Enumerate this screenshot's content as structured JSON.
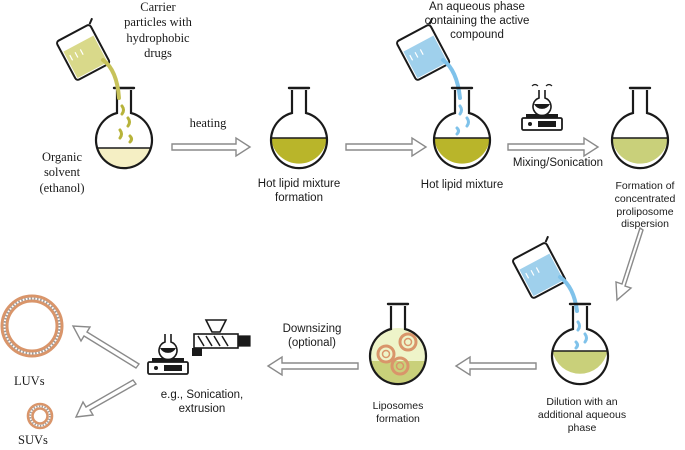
{
  "labels": {
    "carrier": "Carrier\nparticles with\nhydrophobic\ndrugs",
    "organic_solvent": "Organic\nsolvent\n(ethanol)",
    "heating": "heating",
    "hot_lipid_formation": "Hot lipid mixture\nformation",
    "aqueous_phase": "An aqueous phase\ncontaining the active\ncompound",
    "hot_lipid": "Hot lipid mixture",
    "mixing": "Mixing/Sonication",
    "concentrated": "Formation of\nconcentrated\nproliposome\ndispersion",
    "dilution": "Dilution with an\nadditional aqueous\nphase",
    "liposomes": "Liposomes\nformation",
    "downsizing": "Downsizing\n(optional)",
    "sonication_extrusion": "e.g., Sonication,\nextrusion",
    "luvs": "LUVs",
    "suvs": "SUVs"
  },
  "colors": {
    "outline": "#1a1a1a",
    "pale_solvent": "#f5efc4",
    "olive_liquid": "#b9b52a",
    "light_green_liquid": "#c9d07a",
    "beaker_yellow": "#d9d98a",
    "beaker_blue": "#9fd0ec",
    "aqueous_stream": "#7fc2ea",
    "vesicle_orange": "#d9956a",
    "arrow_fill": "#ffffff",
    "arrow_stroke": "#8a8a8a"
  },
  "icons": [
    "flask-icon",
    "beaker-icon",
    "hotplate-icon",
    "extruder-icon",
    "vesicle-icon",
    "arrow-icon"
  ]
}
